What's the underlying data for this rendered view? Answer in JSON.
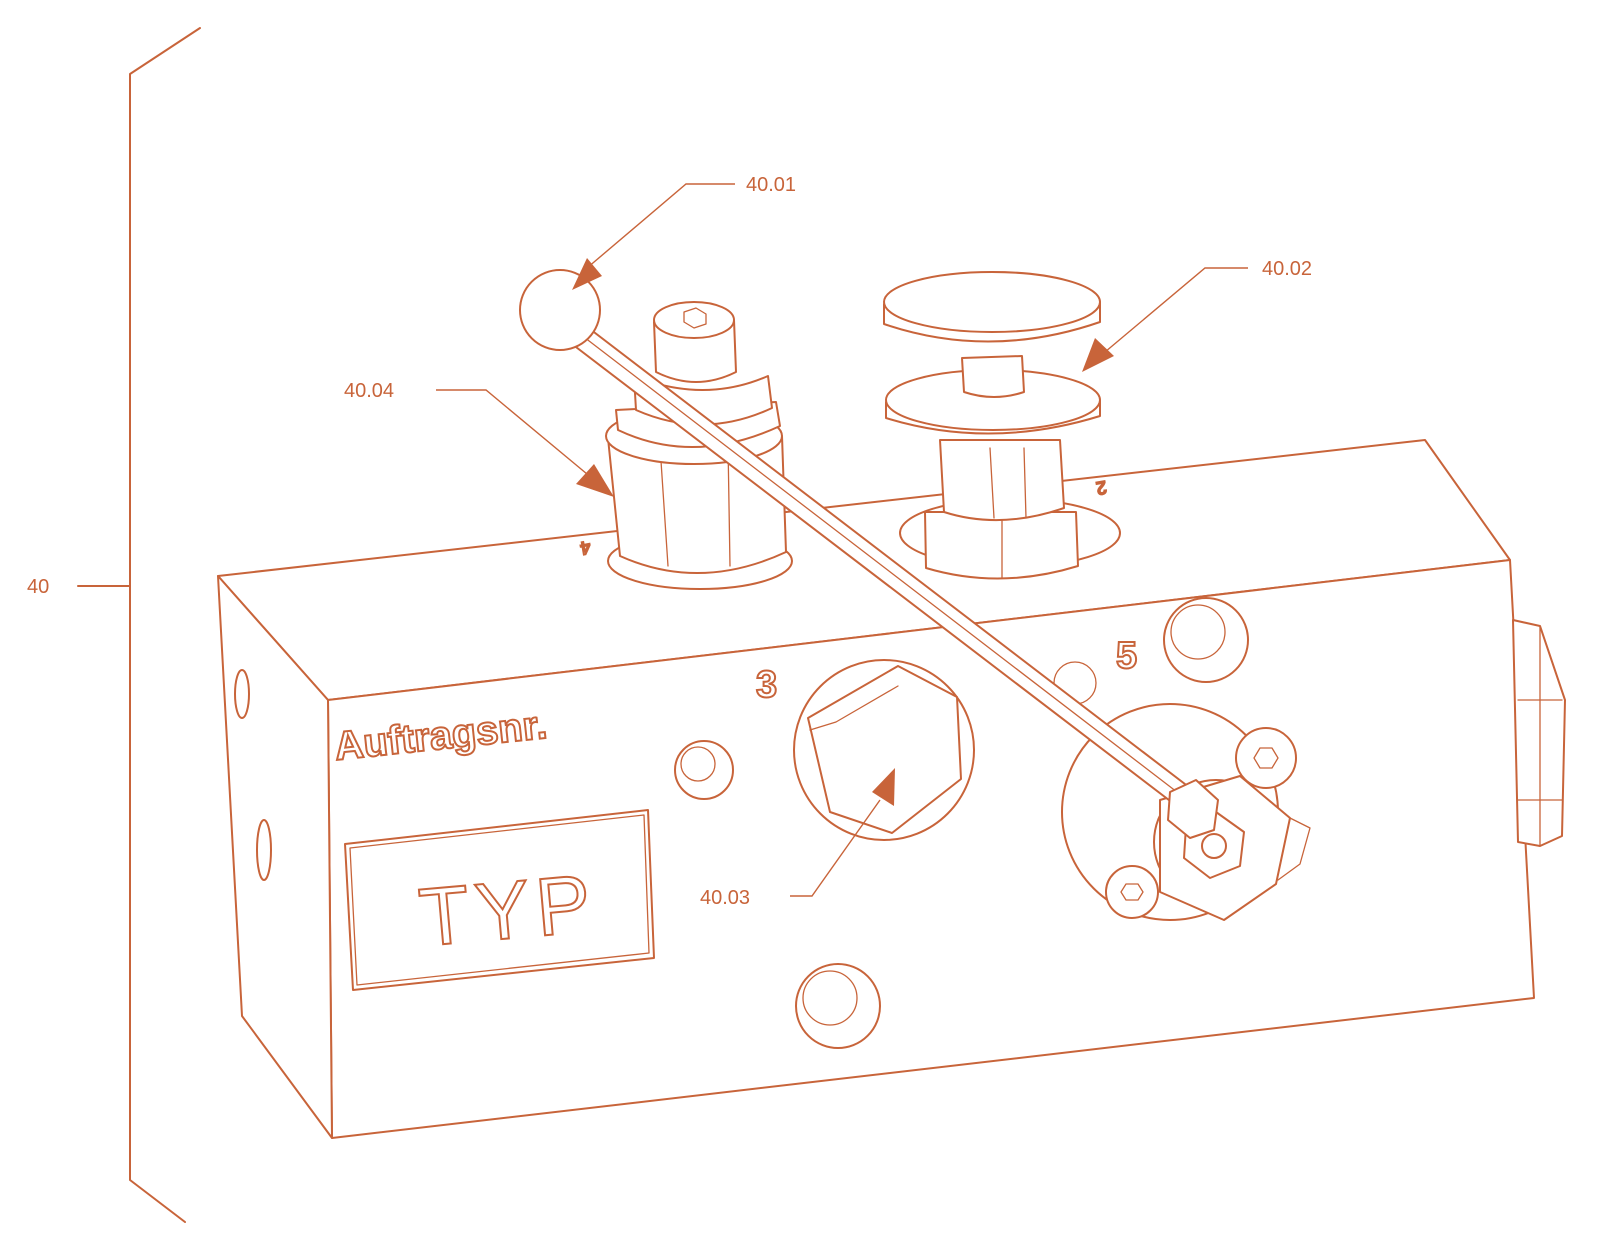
{
  "labels": {
    "assembly": "40",
    "handle_ball": "40.01",
    "push_button": "40.02",
    "plug_screw": "40.03",
    "fitting": "40.04"
  },
  "block_text": {
    "order_no": "Auftragsnr.",
    "type_plate": "TYP",
    "port_3": "3",
    "port_5": "5",
    "port_4": "4",
    "port_2": "2"
  },
  "colors": {
    "line": "#c8643a",
    "background": "#ffffff"
  }
}
